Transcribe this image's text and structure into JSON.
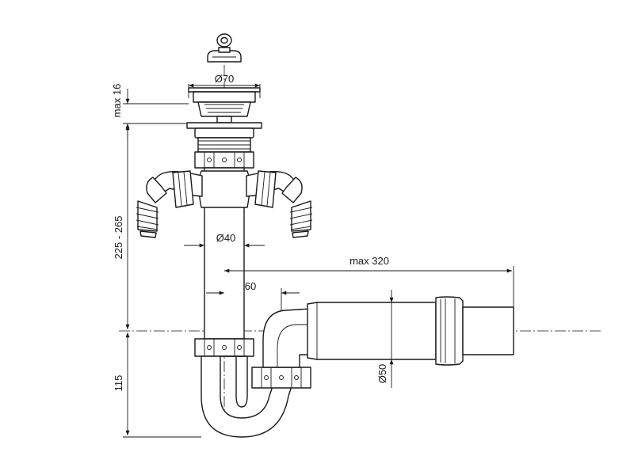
{
  "dimensions": {
    "diameter_top": "Ø70",
    "diameter_pipe": "Ø40",
    "diameter_outlet": "Ø50",
    "max_16": "max 16",
    "range_height": "225 - 265",
    "height_115": "115",
    "max_320": "max 320",
    "offset_60": "60"
  }
}
